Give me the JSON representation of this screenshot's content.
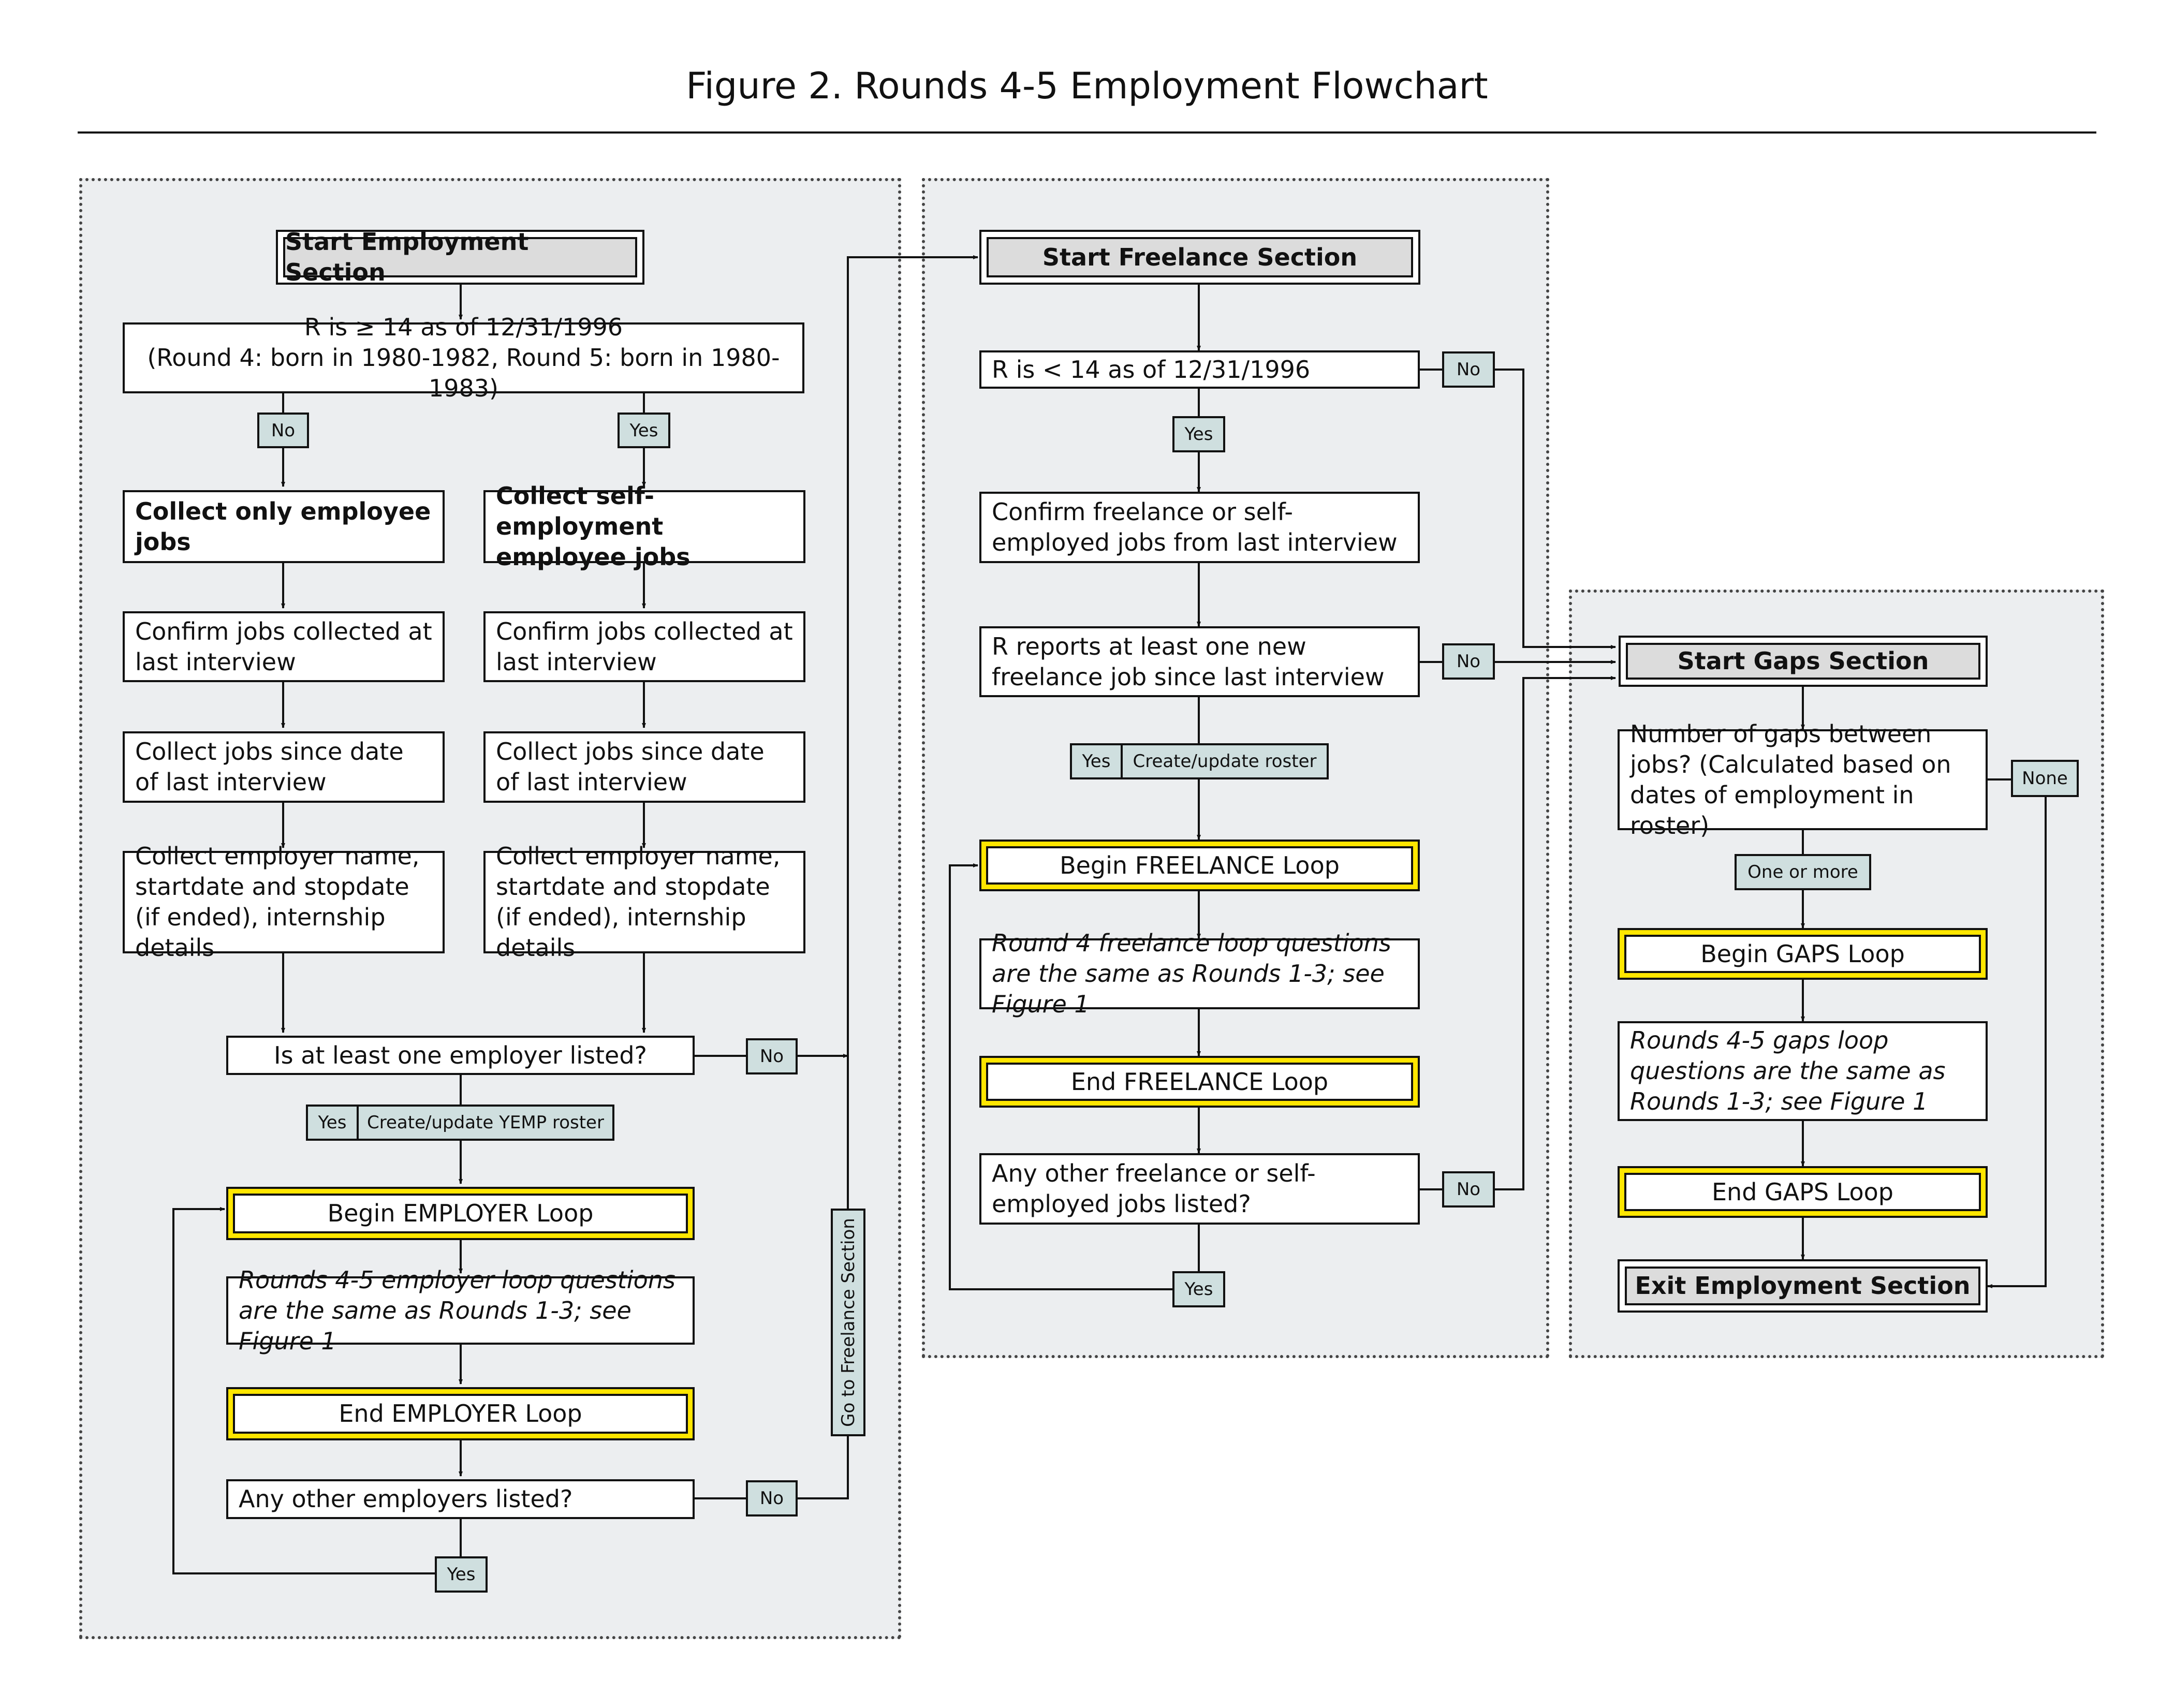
{
  "title": "Figure 2. Rounds 4-5 Employment Flowchart",
  "employment": {
    "start": "Start Employment Section",
    "age_check_line1": "R is ≥ 14 as of 12/31/1996",
    "age_check_line2": "(Round 4: born in 1980-1982, Round 5: born in 1980-1983)",
    "no": "No",
    "yes": "Yes",
    "collect_employee_only": "Collect only employee jobs",
    "collect_self_employment": "Collect self-employment employee jobs",
    "confirm_jobs": "Confirm jobs collected at last interview",
    "collect_since": "Collect jobs since date of last interview",
    "collect_employer": "Collect employer name, startdate and stopdate (if ended), internship details",
    "employer_listed": "Is at least one employer listed?",
    "create_yemp": "Create/update YEMP roster",
    "begin_employer_loop": "Begin EMPLOYER Loop",
    "employer_loop_note": "Rounds 4-5 employer loop questions are the same as Rounds 1-3; see Figure 1",
    "end_employer_loop": "End EMPLOYER Loop",
    "other_employers": "Any other employers listed?",
    "go_to_freelance": "Go to Freelance Section"
  },
  "freelance": {
    "start": "Start Freelance Section",
    "age_check": "R is < 14 as of 12/31/1996",
    "confirm": "Confirm freelance or self-employed jobs from last interview",
    "new_job": "R reports at least one new freelance job since last interview",
    "create_roster": "Create/update roster",
    "begin_loop": "Begin FREELANCE Loop",
    "loop_note": "Round 4 freelance loop questions are the same as Rounds 1-3; see Figure 1",
    "end_loop": "End FREELANCE Loop",
    "other_jobs": "Any other freelance or self-employed jobs listed?"
  },
  "gaps": {
    "start": "Start Gaps Section",
    "number_of_gaps": "Number of gaps between jobs? (Calculated based on dates of employment in roster)",
    "none": "None",
    "one_or_more": "One or more",
    "begin_loop": "Begin GAPS Loop",
    "loop_note": "Rounds 4-5 gaps loop questions are the same as Rounds 1-3; see Figure 1",
    "end_loop": "End GAPS Loop",
    "exit": "Exit Employment Section"
  }
}
